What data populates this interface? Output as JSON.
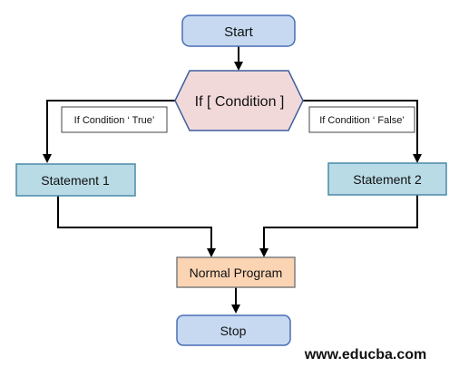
{
  "diagram": {
    "nodes": {
      "start": "Start",
      "condition": "If [ Condition ]",
      "statement1": "Statement  1",
      "statement2": "Statement  2",
      "normal_program": "Normal  Program",
      "stop": "Stop"
    },
    "branches": {
      "true_label": "If Condition ‘ True’",
      "false_label": "If Condition ‘ False’"
    },
    "colors": {
      "terminal_fill": "#c6d9f1",
      "terminal_stroke": "#4a6fb5",
      "decision_fill": "#f2d9d9",
      "decision_stroke": "#3f5f9f",
      "statement_fill": "#b9dbe6",
      "statement_stroke": "#4a8aa8",
      "process_fill": "#fbd4b4",
      "process_stroke": "#7f7f7f",
      "connector": "#000000"
    }
  },
  "footer": {
    "website": "www.educba.com"
  }
}
